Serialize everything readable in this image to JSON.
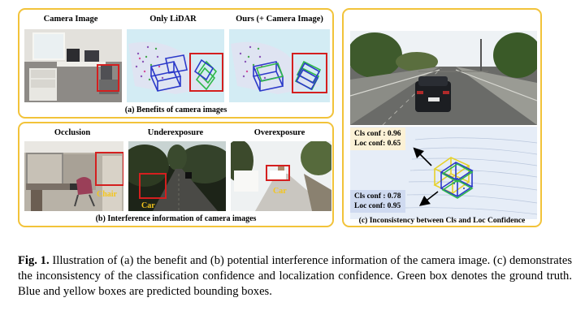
{
  "panel_a": {
    "headers": [
      "Camera Image",
      "Only LiDAR",
      "Ours (+ Camera Image)"
    ],
    "caption": "(a) Benefits of camera images"
  },
  "panel_b": {
    "headers": [
      "Occlusion",
      "Underexposure",
      "Overexposure"
    ],
    "labels": [
      "Chair",
      "Car",
      "Car"
    ],
    "caption": "(b) Interference information of camera images"
  },
  "panel_c": {
    "conf_top": [
      "Cls conf : 0.96",
      "Loc conf: 0.65"
    ],
    "conf_bottom": [
      "Cls conf : 0.78",
      "Loc conf: 0.95"
    ],
    "caption": "(c) Inconsistency between Cls and Loc Confidence"
  },
  "figure_caption": {
    "label": "Fig. 1.",
    "text": "Illustration of (a) the benefit and (b) potential interference information of the camera image. (c) demonstrates the inconsistency of the classification confidence and localization confidence. Green box denotes the ground truth. Blue and yellow boxes are predicted bounding boxes."
  },
  "colors": {
    "panel_border": "#f2c33a",
    "red_box": "#d41f1f",
    "label_yellow": "#f4c51c",
    "gt_green": "#2fb84a",
    "pred_blue": "#2b39c9",
    "conf_top_bg": "#fbf1d6",
    "conf_bottom_bg": "#cfdaf0"
  }
}
